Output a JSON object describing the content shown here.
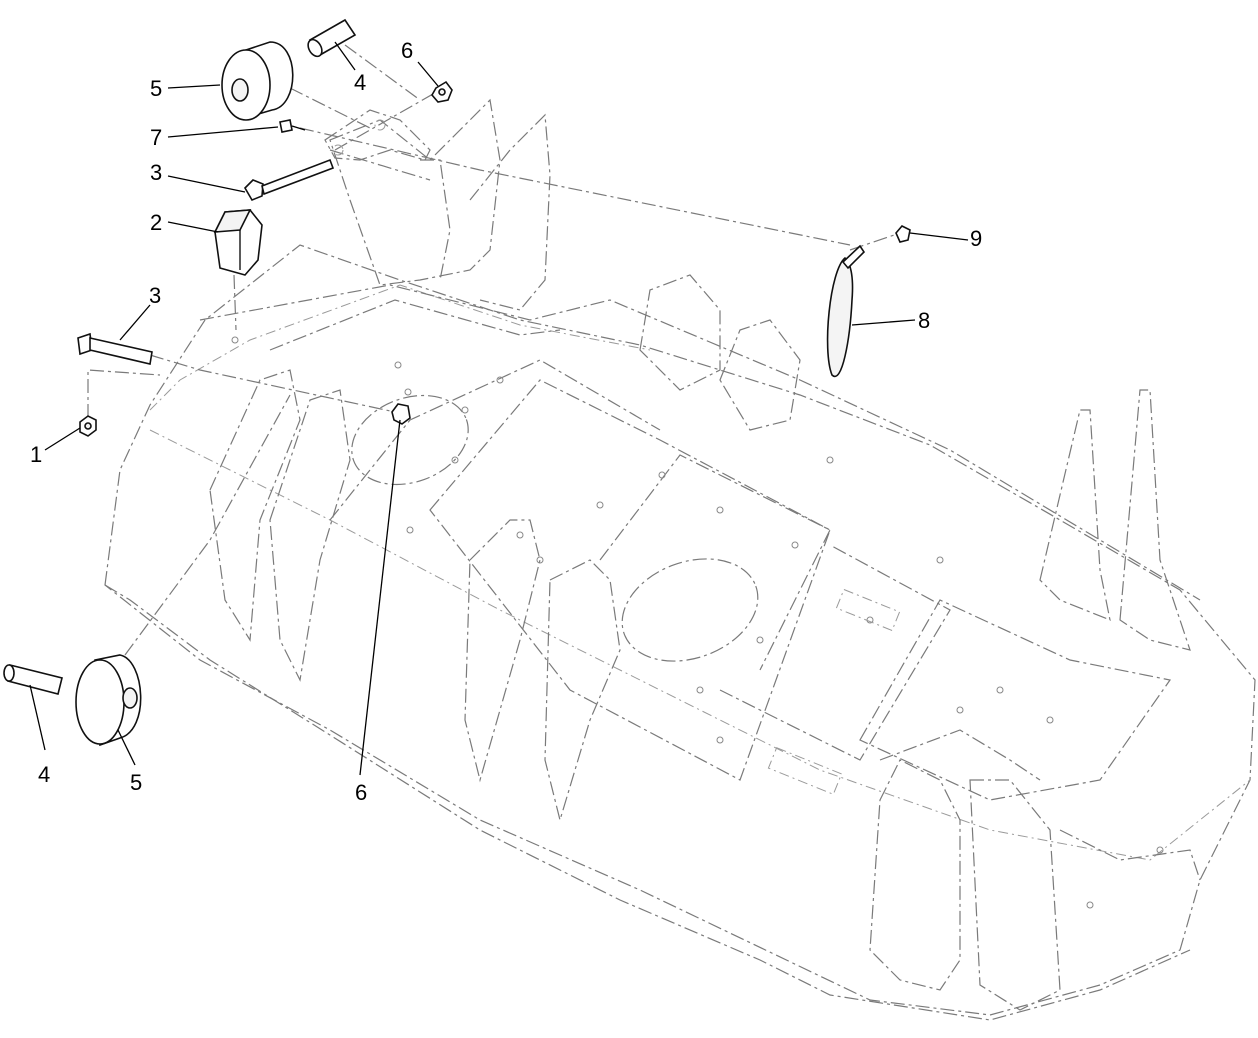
{
  "callouts": [
    {
      "id": "c1",
      "text": "1"
    },
    {
      "id": "c2",
      "text": "2"
    },
    {
      "id": "c3a",
      "text": "3"
    },
    {
      "id": "c3b",
      "text": "3"
    },
    {
      "id": "c4a",
      "text": "4"
    },
    {
      "id": "c4b",
      "text": "4"
    },
    {
      "id": "c5a",
      "text": "5"
    },
    {
      "id": "c5b",
      "text": "5"
    },
    {
      "id": "c6a",
      "text": "6"
    },
    {
      "id": "c6b",
      "text": "6"
    },
    {
      "id": "c7",
      "text": "7"
    },
    {
      "id": "c8",
      "text": "8"
    },
    {
      "id": "c9",
      "text": "9"
    }
  ],
  "parts": {
    "p1": "hex-nut",
    "p2": "bumper-pad",
    "p3": "bolt",
    "p4": "spacer-tube",
    "p5": "roller",
    "p6": "lock-nut",
    "p7": "screw",
    "p8": "lanyard-loop",
    "p9": "small-nut"
  }
}
